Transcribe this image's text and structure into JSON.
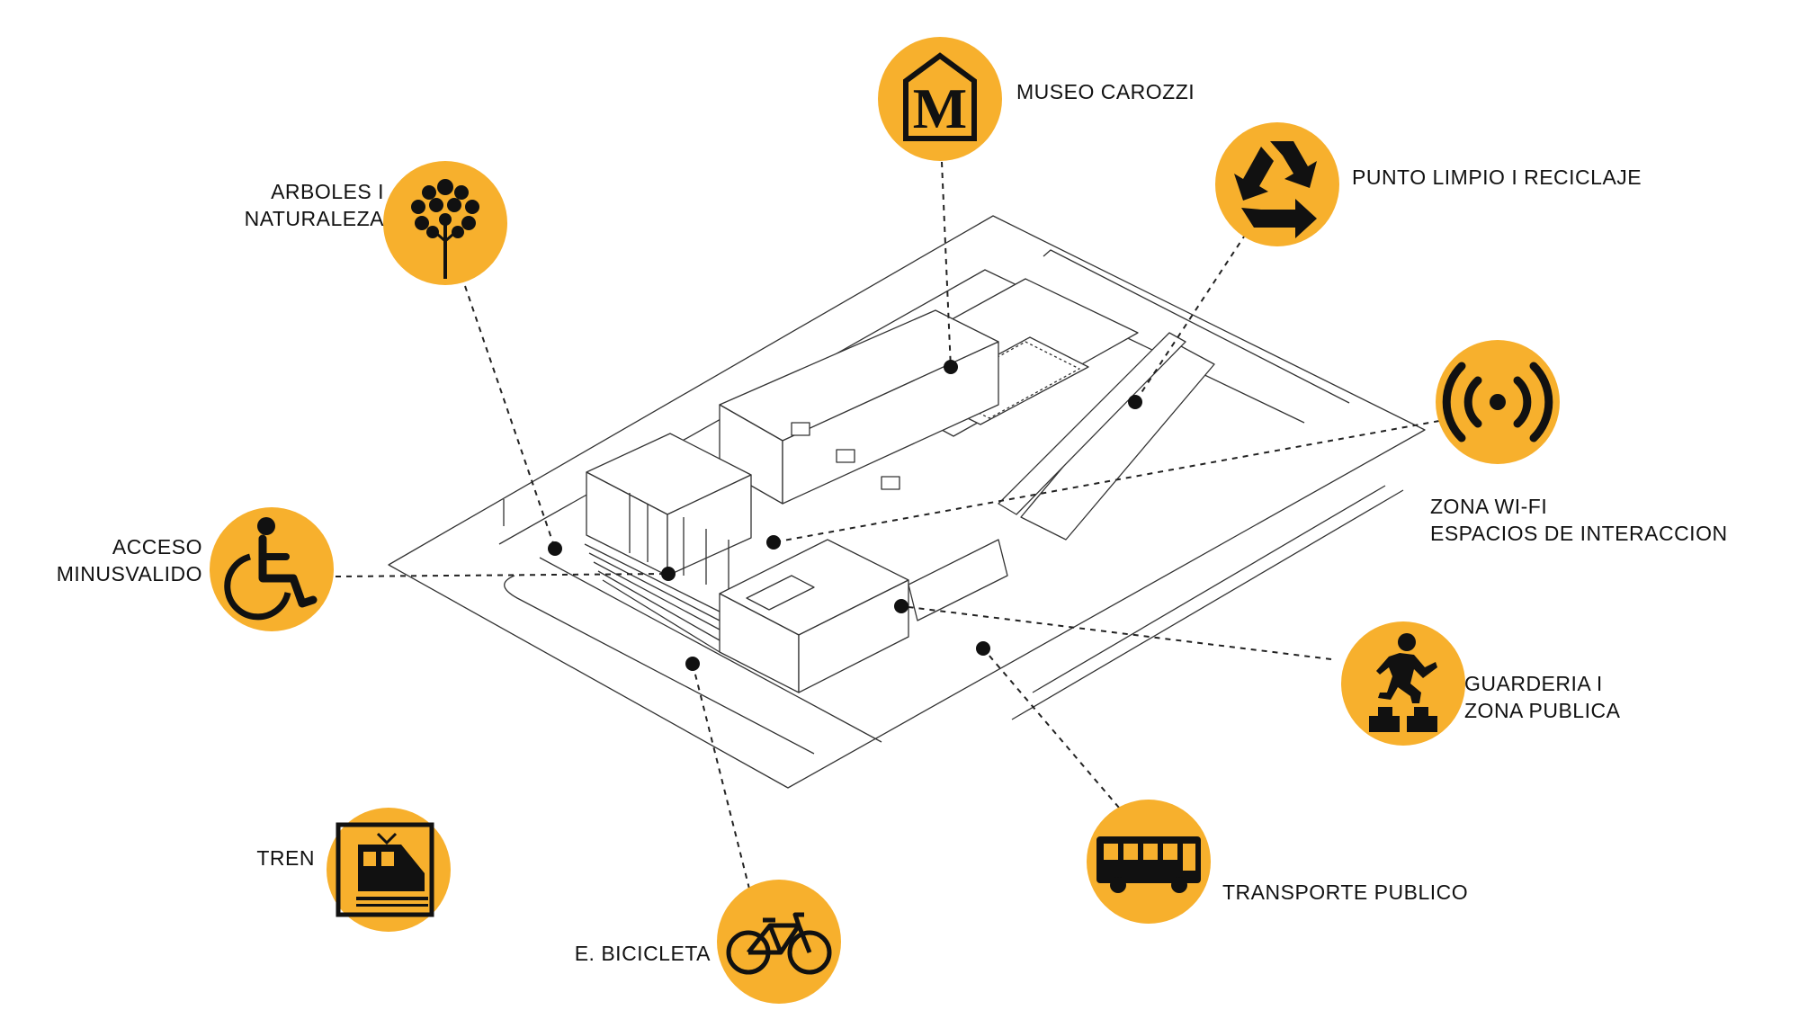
{
  "colors": {
    "accent": "#F7B02D",
    "ink": "#111111",
    "line": "#555555",
    "background": "#ffffff"
  },
  "amenities": [
    {
      "id": "museo",
      "icon": "museum-m-icon",
      "lines": [
        "MUSEO CAROZZI"
      ]
    },
    {
      "id": "reciclaje",
      "icon": "recycle-icon",
      "lines": [
        "PUNTO LIMPIO I RECICLAJE"
      ]
    },
    {
      "id": "arboles",
      "icon": "tree-icon",
      "lines": [
        "ARBOLES I",
        "NATURALEZA"
      ]
    },
    {
      "id": "wifi",
      "icon": "wifi-signal-icon",
      "lines": [
        "ZONA WI-FI",
        "ESPACIOS DE INTERACCION"
      ]
    },
    {
      "id": "acceso",
      "icon": "wheelchair-icon",
      "lines": [
        "ACCESO",
        "MINUSVALIDO"
      ]
    },
    {
      "id": "guarderia",
      "icon": "running-person-icon",
      "lines": [
        "GUARDERIA I",
        "ZONA PUBLICA"
      ]
    },
    {
      "id": "tren",
      "icon": "train-icon",
      "lines": [
        "TREN"
      ]
    },
    {
      "id": "bicicleta",
      "icon": "bicycle-icon",
      "lines": [
        "E. BICICLETA"
      ]
    },
    {
      "id": "transporte",
      "icon": "bus-icon",
      "lines": [
        "TRANSPORTE PUBLICO"
      ]
    }
  ]
}
